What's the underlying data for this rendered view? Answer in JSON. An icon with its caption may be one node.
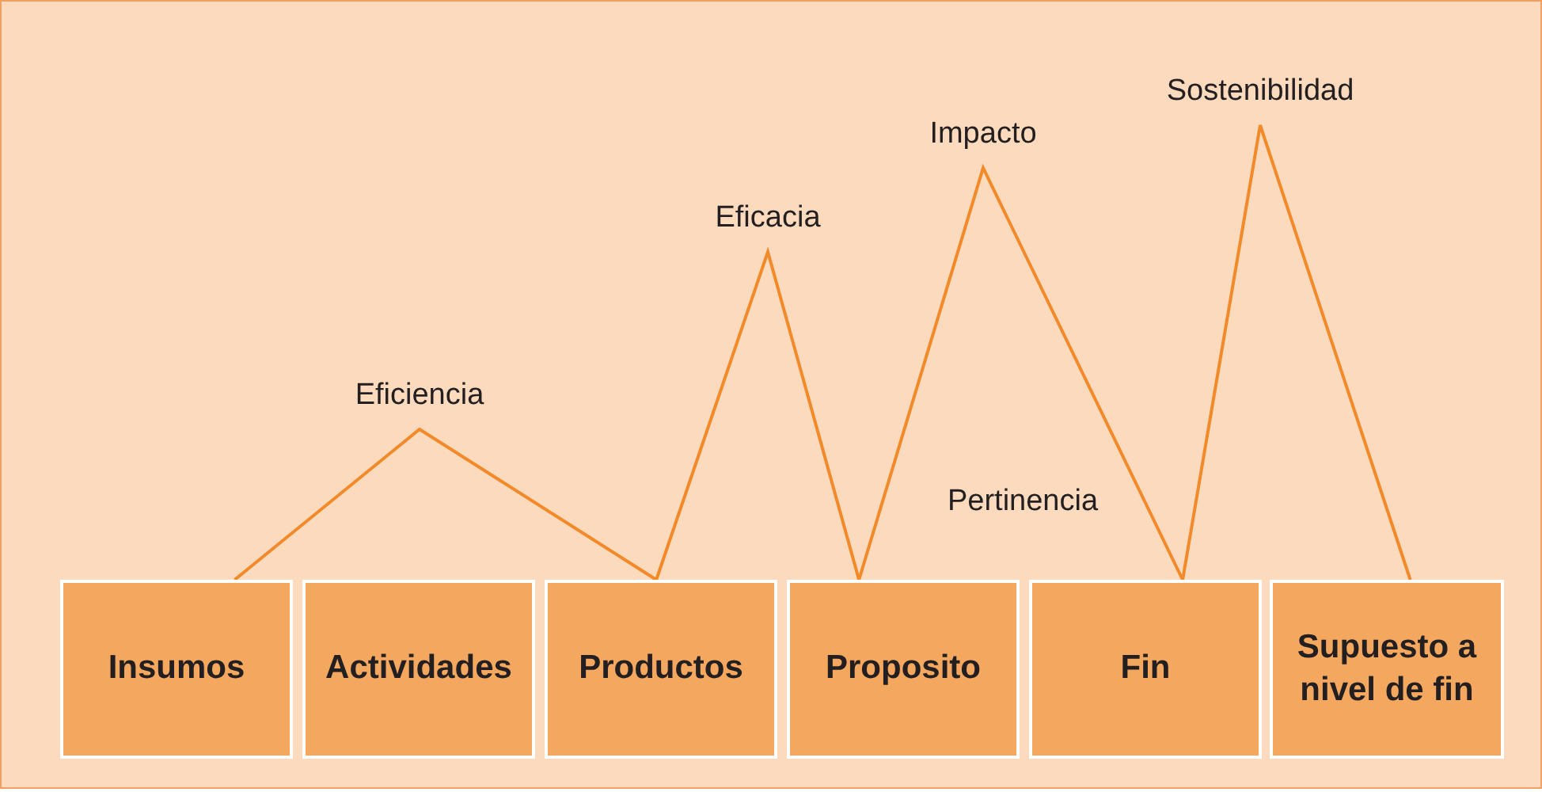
{
  "diagram": {
    "nodes": [
      {
        "text": [
          "Insumos"
        ]
      },
      {
        "text": [
          "Actividades"
        ]
      },
      {
        "text": [
          "Productos"
        ]
      },
      {
        "text": [
          "Proposito"
        ]
      },
      {
        "text": [
          "Fin"
        ]
      },
      {
        "text": [
          "Supuesto a nivel de fin"
        ]
      }
    ],
    "edges": [
      {
        "from": 0,
        "to": 2,
        "arrow": "none",
        "label": "Eficiencia"
      },
      {
        "from": 2,
        "to": 3,
        "arrow": "none",
        "label": "Eficacia"
      },
      {
        "from": 3,
        "to": 4,
        "arrow": "none",
        "label": "Impacto"
      },
      {
        "from": 4,
        "to": 5,
        "arrow": "none",
        "label": "Sostenibilidad"
      }
    ],
    "labels": [
      "Pertinencia"
    ]
  }
}
